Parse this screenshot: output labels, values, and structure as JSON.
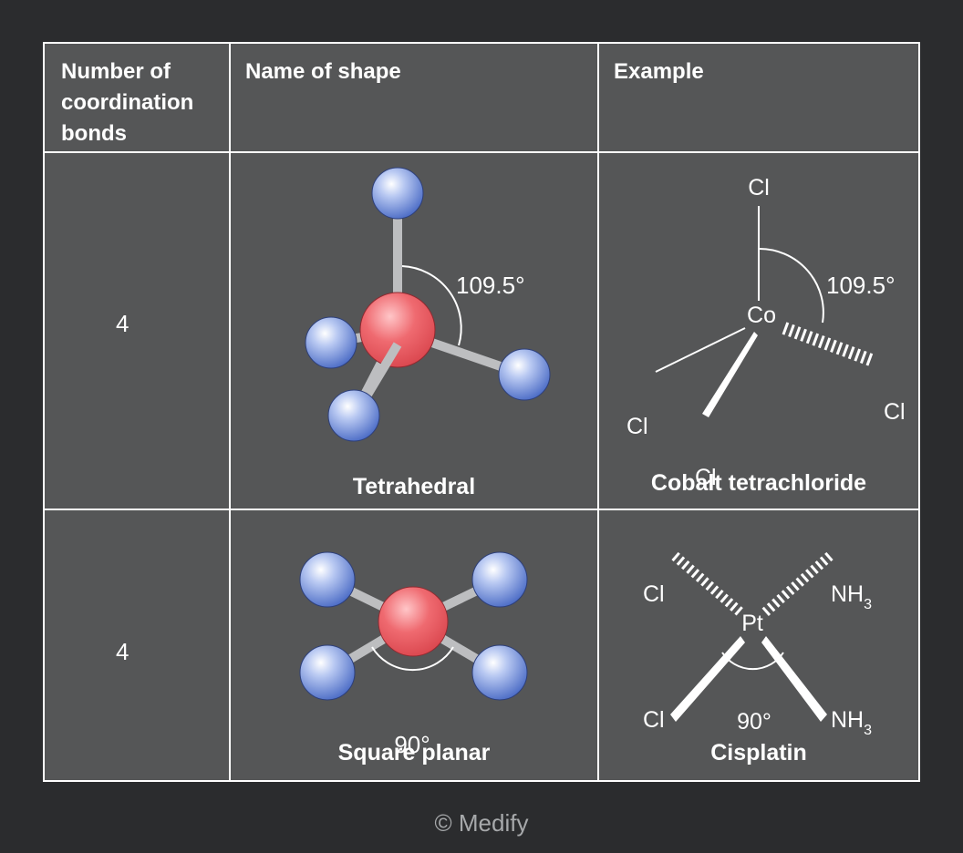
{
  "table": {
    "headers": {
      "bonds": [
        "Number of",
        "coordination",
        "bonds"
      ],
      "shape": "Name of shape",
      "example": "Example"
    },
    "rows": [
      {
        "bonds": "4",
        "shape_name": "Tetrahedral",
        "shape_angle": "109.5°",
        "example_name": "Cobalt tetrachloride",
        "example_center": "Co",
        "example_ligand": "Cl",
        "example_angle": "109.5°"
      },
      {
        "bonds": "4",
        "shape_name": "Square planar",
        "shape_angle": "90°",
        "example_name": "Cisplatin",
        "example_center": "Pt",
        "example_ligand_cl": "Cl",
        "example_ligand_nh": "NH",
        "example_ligand_nh_sub": "3",
        "example_angle": "90°"
      }
    ]
  },
  "colors": {
    "background": "#2b2c2e",
    "cell": "#555657",
    "central_atom": "#e8535a",
    "ligand_atom": "#6f8ee0"
  },
  "footer": "© Medify"
}
